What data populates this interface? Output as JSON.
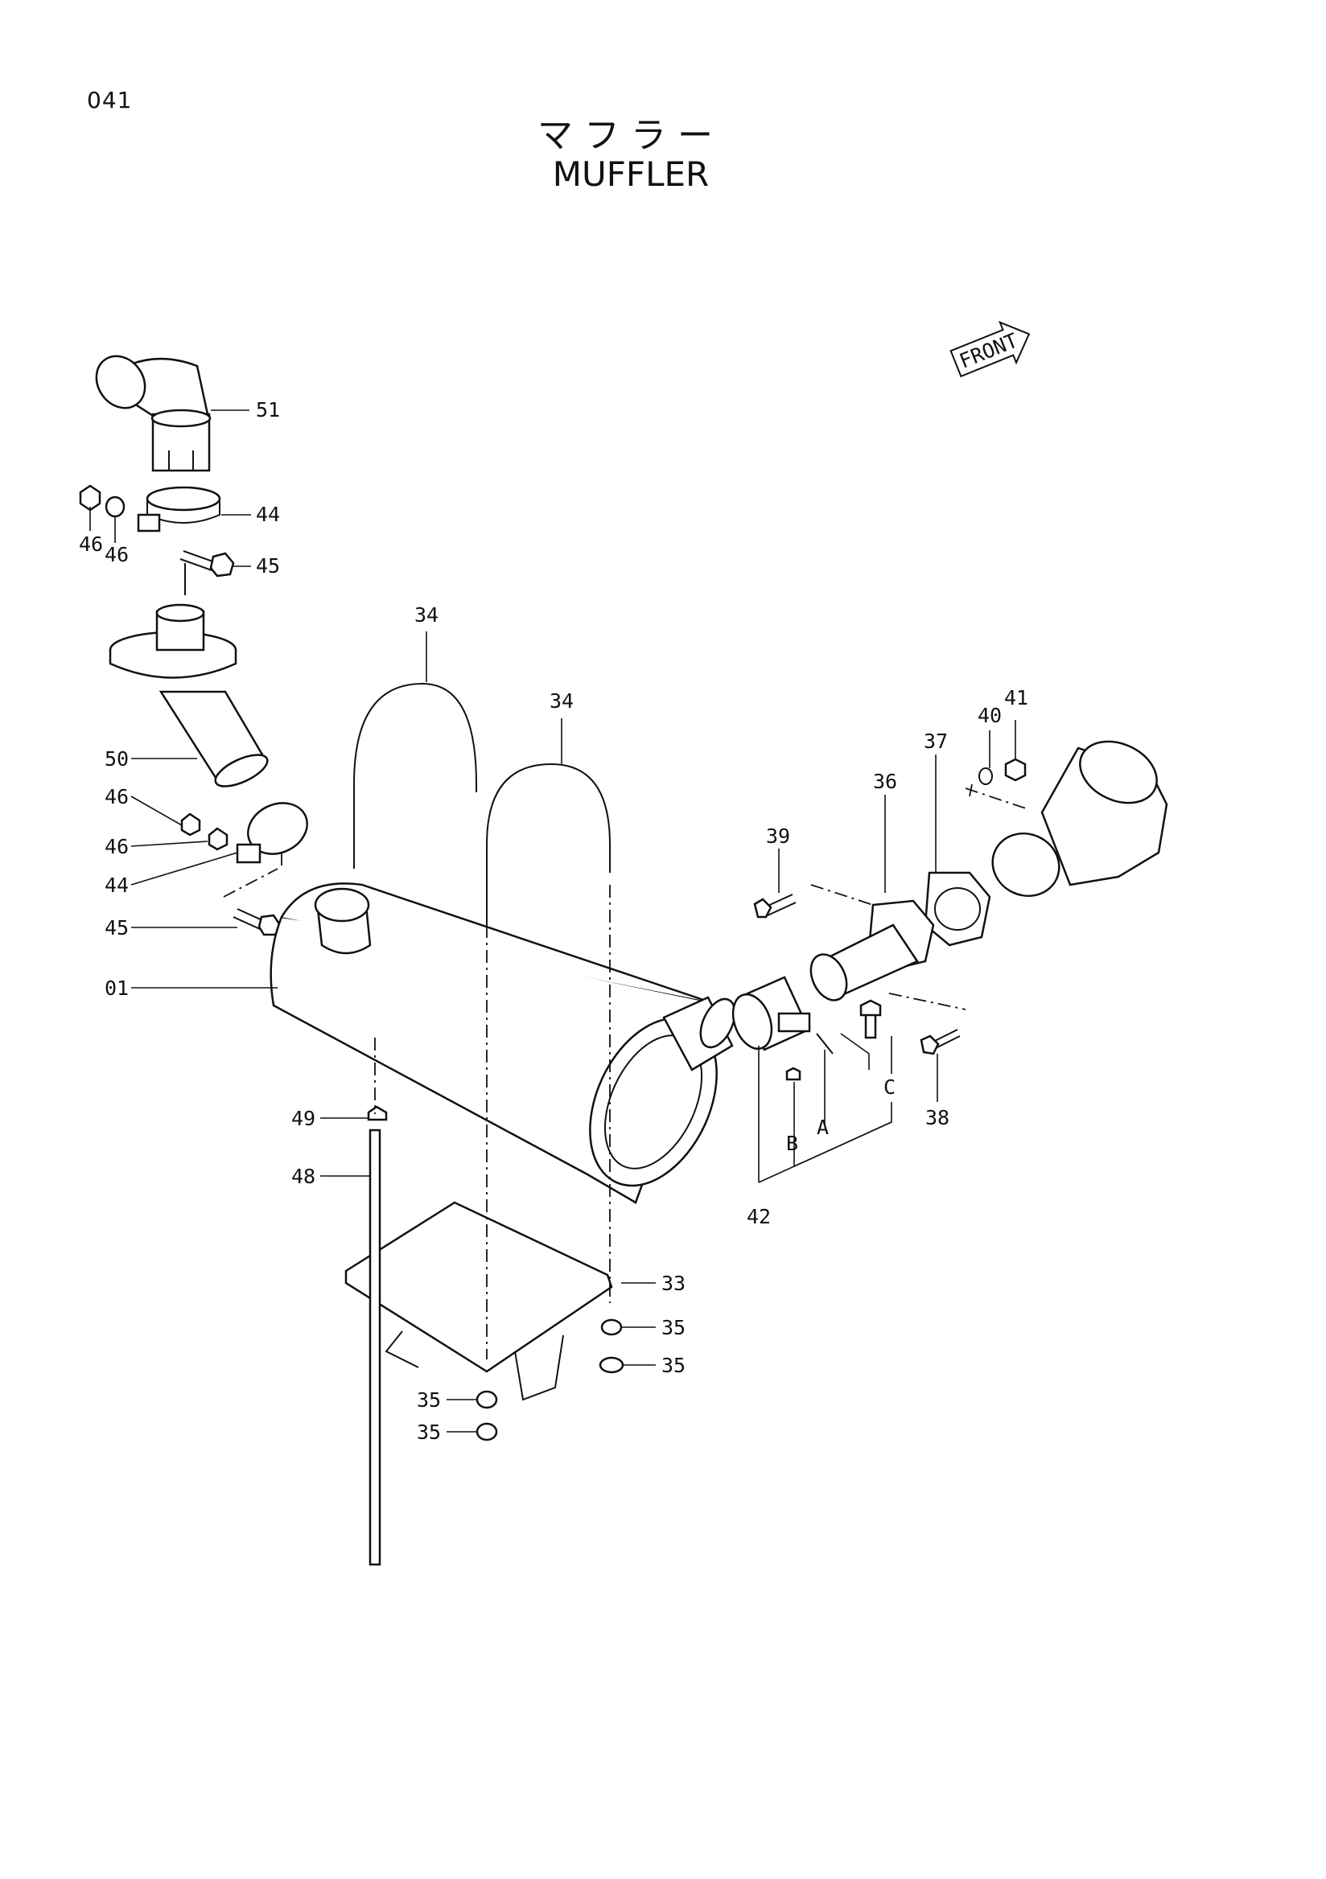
{
  "header": {
    "page_number": "041",
    "title_jp": "マフラー",
    "title_en": "MUFFLER"
  },
  "front_arrow_label": "FRONT",
  "callouts": {
    "c01": "01",
    "c33": "33",
    "c34a": "34",
    "c34b": "34",
    "c35a": "35",
    "c35b": "35",
    "c35c": "35",
    "c35d": "35",
    "c36": "36",
    "c37": "37",
    "c38": "38",
    "c39": "39",
    "c40": "40",
    "c41": "41",
    "c42": "42",
    "c44a": "44",
    "c44b": "44",
    "c45a": "45",
    "c45b": "45",
    "c46a": "46",
    "c46b": "46",
    "c46c": "46",
    "c46d": "46",
    "c48": "48",
    "c49": "49",
    "c50": "50",
    "c51": "51",
    "refA": "A",
    "refB": "B",
    "refC": "C"
  }
}
